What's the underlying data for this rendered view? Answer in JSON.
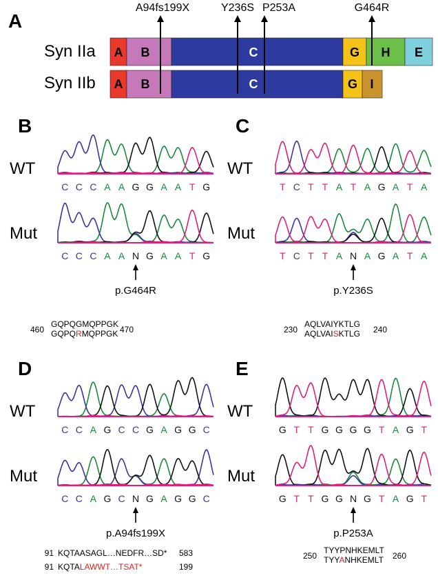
{
  "colors": {
    "A": "#e8392b",
    "B": "#c679b8",
    "C": "#2e3b9e",
    "G": "#f3c21b",
    "H": "#6cc04a",
    "E": "#7fd0dc",
    "I": "#c9942e",
    "baseA": "#1a8a3a",
    "baseC": "#3a35a0",
    "baseG": "#111111",
    "baseT": "#e01f7a",
    "mutation": "#e0211b",
    "baseline": "#e01f7a"
  },
  "panelA": {
    "letter": "A",
    "mutations": [
      "A94fs199X",
      "Y236S",
      "P253A",
      "G464R"
    ],
    "isoforms": [
      {
        "name": "Syn IIa",
        "domains": [
          "A",
          "B",
          "C",
          "G",
          "H",
          "E"
        ]
      },
      {
        "name": "Syn IIb",
        "domains": [
          "A",
          "B",
          "C",
          "G",
          "I"
        ]
      }
    ]
  },
  "panels": [
    {
      "letter": "B",
      "wt_label": "WT",
      "mut_label": "Mut",
      "wt_seq": [
        "C",
        "C",
        "C",
        "A",
        "A",
        "G",
        "G",
        "A",
        "A",
        "T",
        "G"
      ],
      "mut_seq": [
        "C",
        "C",
        "C",
        "A",
        "A",
        "N",
        "G",
        "A",
        "A",
        "T",
        "G"
      ],
      "mutation": "p.G464R",
      "align_start": "460",
      "align_end": "470",
      "align_wt": [
        {
          "t": "GQPQGMQPPGK",
          "c": "n"
        }
      ],
      "align_mut": [
        {
          "t": "GQPQ",
          "c": "n"
        },
        {
          "t": "R",
          "c": "r"
        },
        {
          "t": "MQPPGK",
          "c": "n"
        }
      ]
    },
    {
      "letter": "C",
      "wt_label": "WT",
      "mut_label": "Mut",
      "wt_seq": [
        "T",
        "C",
        "T",
        "T",
        "A",
        "T",
        "A",
        "G",
        "A",
        "T",
        "A"
      ],
      "mut_seq": [
        "T",
        "C",
        "T",
        "T",
        "A",
        "N",
        "A",
        "G",
        "A",
        "T",
        "A"
      ],
      "mutation": "p.Y236S",
      "align_start": "230",
      "align_end": "240",
      "align_wt": [
        {
          "t": "AQLVAIYKTLG",
          "c": "n"
        }
      ],
      "align_mut": [
        {
          "t": "AQLVAI",
          "c": "n"
        },
        {
          "t": "S",
          "c": "r"
        },
        {
          "t": "KTLG",
          "c": "n"
        }
      ]
    },
    {
      "letter": "D",
      "wt_label": "WT",
      "mut_label": "Mut",
      "wt_seq": [
        "C",
        "C",
        "A",
        "G",
        "C",
        "C",
        "G",
        "A",
        "G",
        "G",
        "C"
      ],
      "mut_seq": [
        "C",
        "C",
        "A",
        "G",
        "C",
        "N",
        "G",
        "A",
        "G",
        "G",
        "C"
      ],
      "mutation": "p.A94fs199X",
      "align_wt_start": "91",
      "align_wt_end": "583",
      "align_mut_start": "91",
      "align_mut_end": "199",
      "align_wt": [
        {
          "t": "KQTAASAGL…NEDFR…SD*",
          "c": "n"
        }
      ],
      "align_mut": [
        {
          "t": "KQTA",
          "c": "n"
        },
        {
          "t": "LAWWT…TSAT*",
          "c": "r"
        }
      ]
    },
    {
      "letter": "E",
      "wt_label": "WT",
      "mut_label": "Mut",
      "wt_seq": [
        "G",
        "T",
        "T",
        "G",
        "G",
        "G",
        "G",
        "T",
        "A",
        "G",
        "T"
      ],
      "mut_seq": [
        "G",
        "T",
        "T",
        "G",
        "G",
        "N",
        "G",
        "T",
        "A",
        "G",
        "T"
      ],
      "mutation": "p.P253A",
      "align_start": "250",
      "align_end": "260",
      "align_wt": [
        {
          "t": "TYYPNHKEMLT",
          "c": "n"
        }
      ],
      "align_mut": [
        {
          "t": "TYY",
          "c": "n"
        },
        {
          "t": "A",
          "c": "r"
        },
        {
          "t": "NHKEMLT",
          "c": "n"
        }
      ]
    }
  ]
}
